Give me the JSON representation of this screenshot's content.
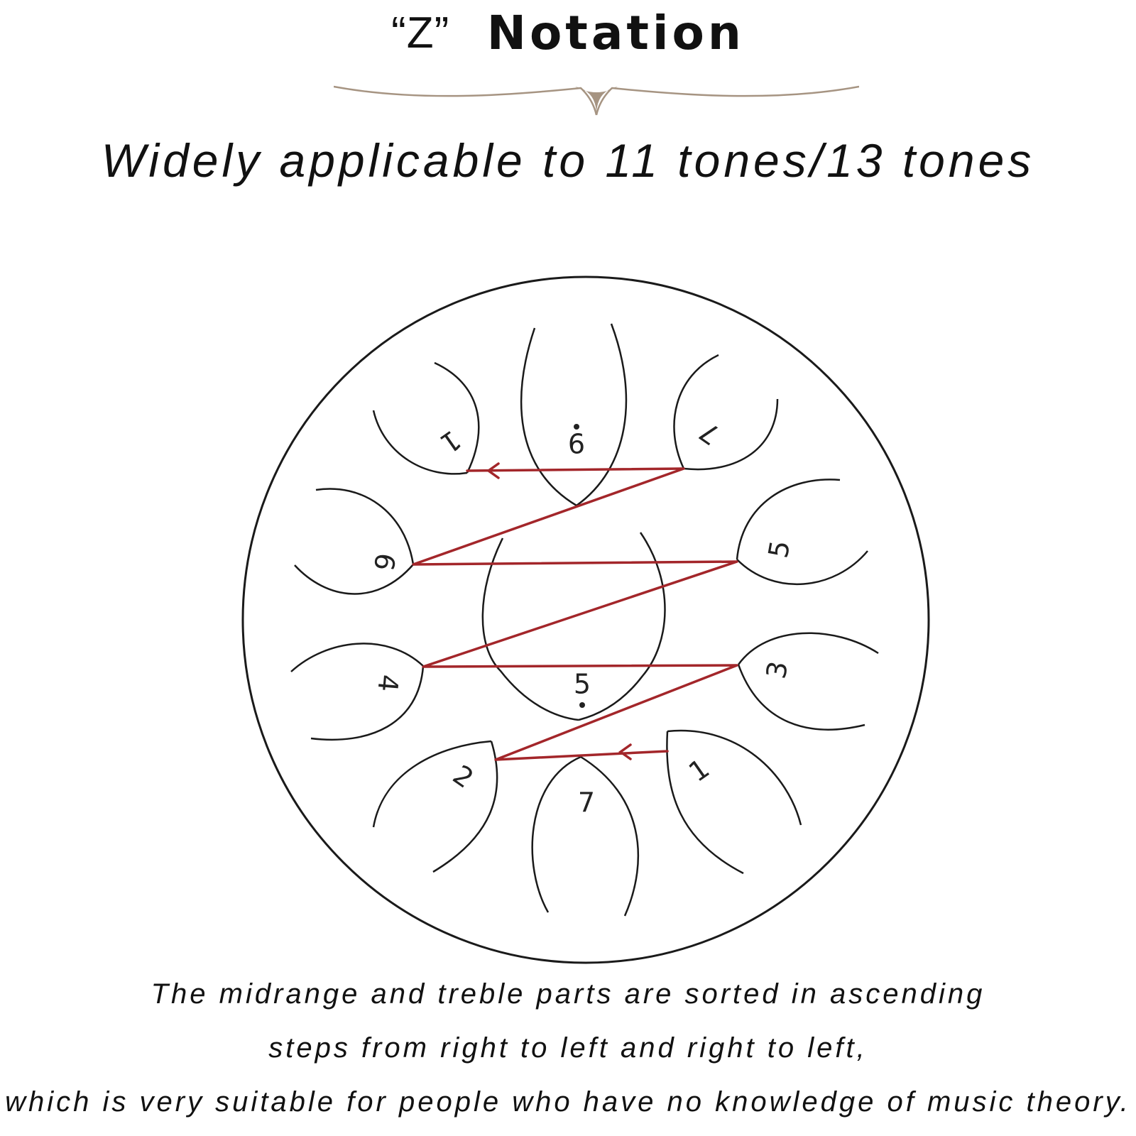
{
  "header": {
    "title_quote": "“Z”",
    "title_main": "Notation",
    "subtitle": "Widely applicable to 11 tones/13 tones"
  },
  "diagram": {
    "notes": {
      "top_left": "1",
      "top_center": "6",
      "top_right": "7",
      "mid_left": "6",
      "mid_right": "5",
      "center": "5",
      "lower_left": "4",
      "lower_right": "3",
      "bottom_left": "2",
      "bottom_center": "7",
      "bottom_right": "1"
    },
    "colors": {
      "outline": "#1a1a1a",
      "path": "#a3262a",
      "divider": "#a69482"
    }
  },
  "captions": {
    "line1": "The midrange and treble parts are sorted in ascending",
    "line2": "steps from right to left and right to left,",
    "line3": "which is very suitable for people who have no knowledge of music theory."
  }
}
